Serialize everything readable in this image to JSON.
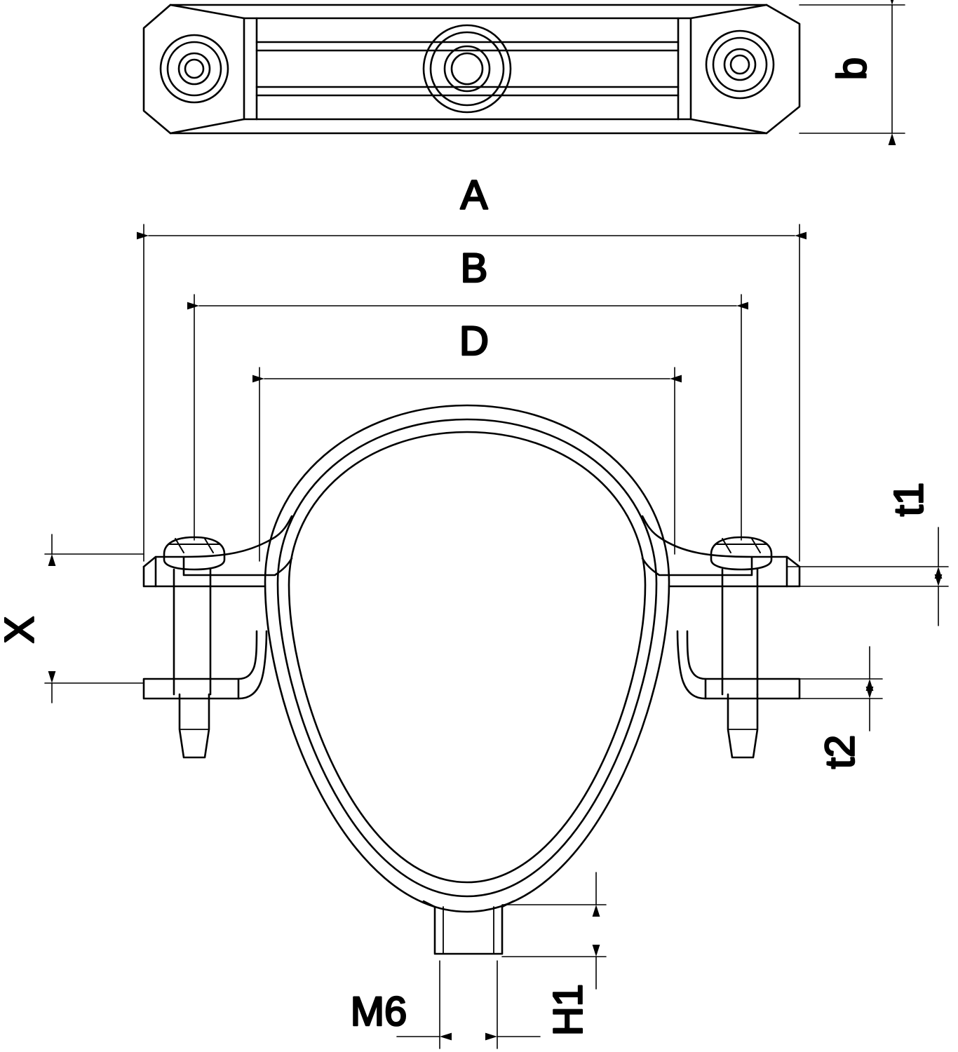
{
  "drawing": {
    "title": "Pipe clamp technical drawing",
    "description": "Two-view dimensioned engineering drawing of a metal pipe clamp with two screws and a threaded stud connection",
    "views": [
      {
        "name": "top-view",
        "label": ""
      },
      {
        "name": "front-view",
        "label": ""
      }
    ],
    "dimensions": {
      "b": "b",
      "A": "A",
      "B": "B",
      "D": "D",
      "t1": "t1",
      "t2": "t2",
      "X": "X",
      "M6": "M6",
      "H1": "H1"
    },
    "colors": {
      "line": "#000000",
      "background": "#ffffff"
    }
  }
}
